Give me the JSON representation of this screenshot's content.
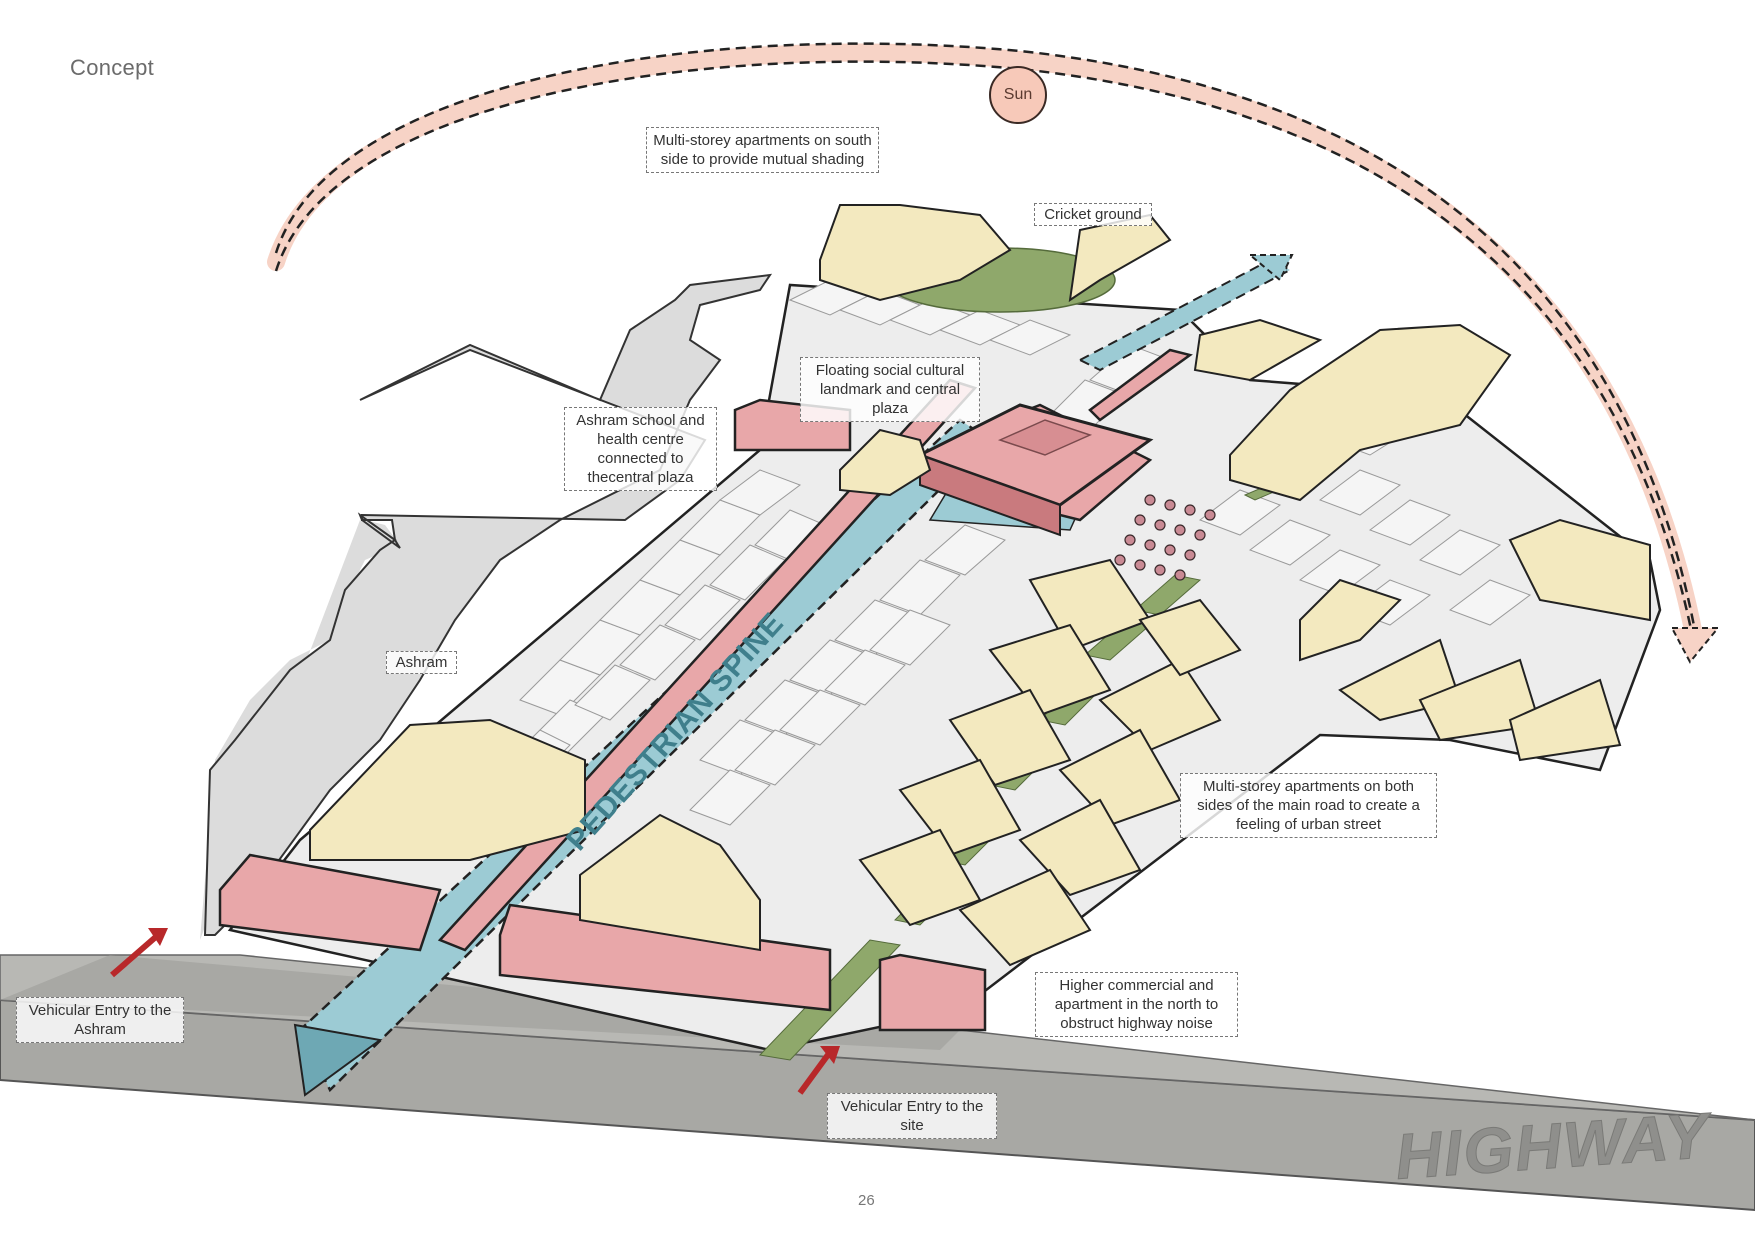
{
  "page": {
    "title": "Concept",
    "page_number": "26"
  },
  "sun": {
    "label": "Sun"
  },
  "highway": {
    "label": "HIGHWAY"
  },
  "spine": {
    "label": "PEDESTRIAN SPINE"
  },
  "callouts": {
    "south_apartments": "Multi-storey apartments on south side to provide mutual shading",
    "cricket_ground": "Cricket ground",
    "landmark": "Floating social cultural landmark and central plaza",
    "ashram_school": "Ashram school and health centre connected to thecentral plaza",
    "ashram": "Ashram",
    "main_road_apartments": "Multi-storey apartments on both sides of the main road to create a feeling of urban street",
    "commercial_north": "Higher commercial and apartment in the north to obstruct highway noise",
    "entry_ashram": "Vehicular Entry to the Ashram",
    "entry_site": "Vehicular Entry to the site"
  },
  "colors": {
    "residential_block": "#f3e9bf",
    "commercial_block": "#e8a7a9",
    "existing_housing": "#f2f2f2",
    "green_space": "#8fa86b",
    "pedestrian_spine": "#9ccbd4",
    "sun_path": "#f7d3c6",
    "highway": "#a8a8a4",
    "ashram_land": "#dcdcdc"
  }
}
